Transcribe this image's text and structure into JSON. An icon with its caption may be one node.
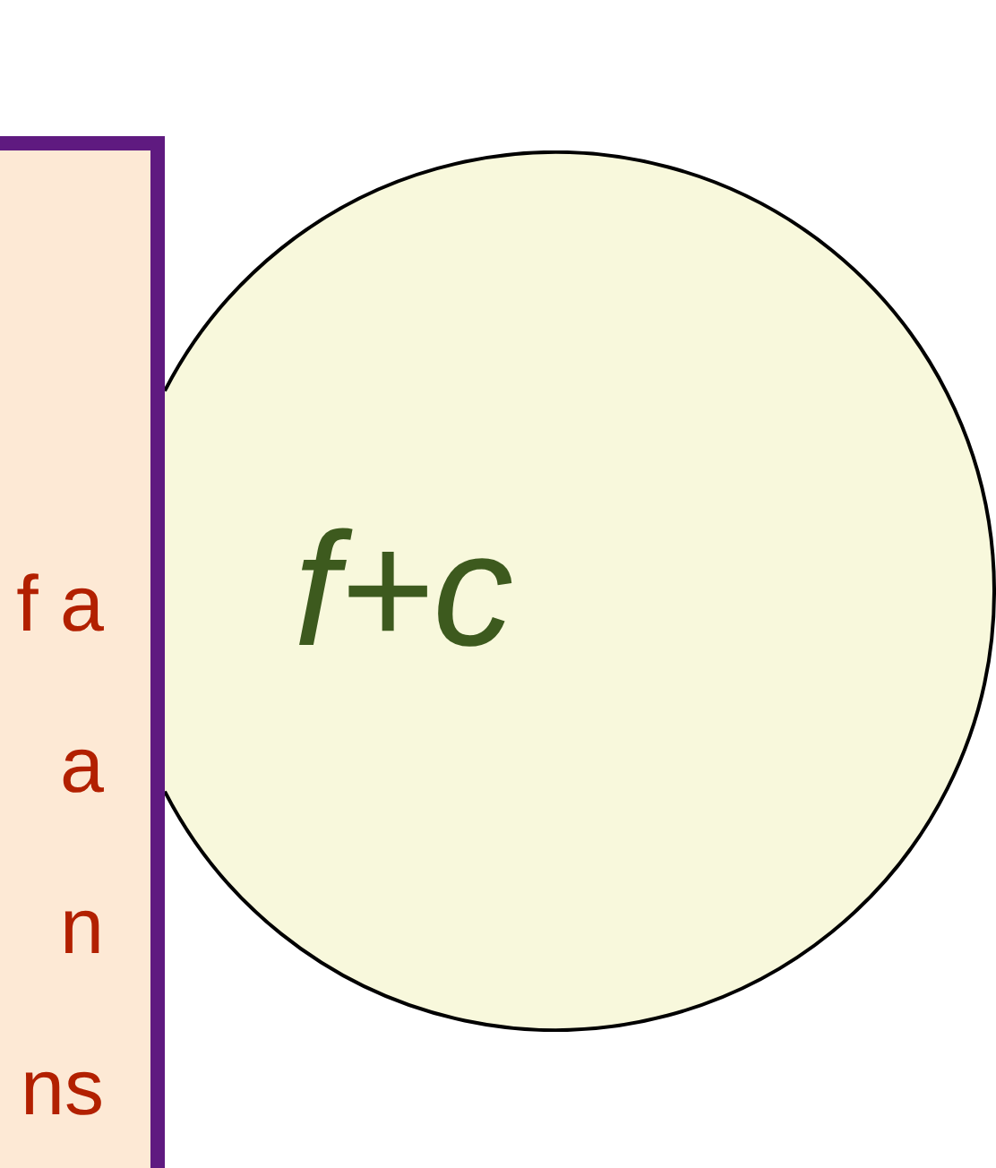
{
  "diagram": {
    "nodes": [
      {
        "text": [
          "f+c"
        ]
      },
      {
        "text": [
          "f a",
          "a",
          "n",
          "ns"
        ]
      }
    ]
  }
}
